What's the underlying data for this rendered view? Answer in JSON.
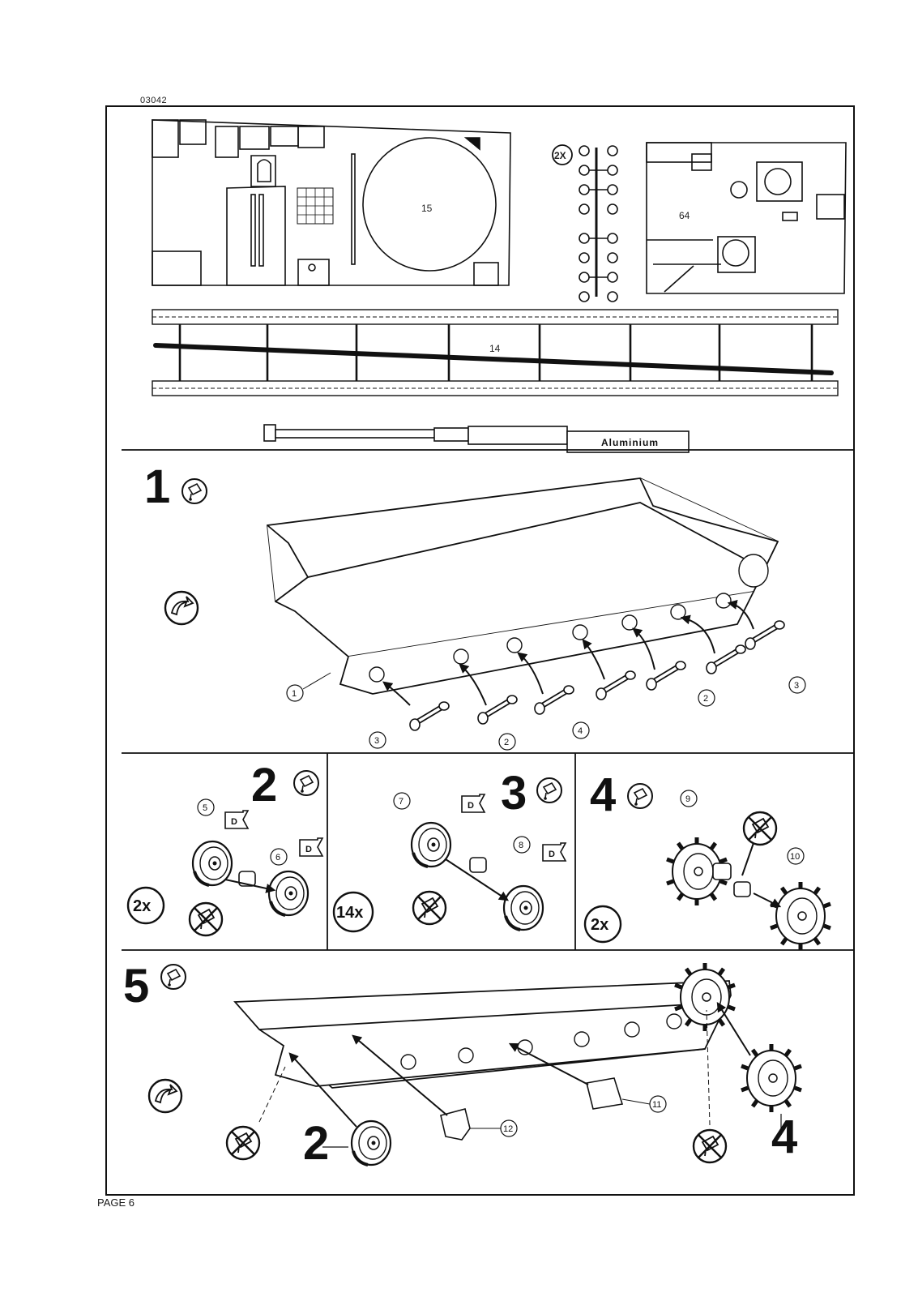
{
  "document": {
    "code": "03042",
    "footer": "PAGE 6"
  },
  "parts_sheet": {
    "hull_plate_number": "15",
    "deck_plate_number": "64",
    "track_number": "14",
    "pair_multiplier": "2X",
    "barrel_material": "Aluminium"
  },
  "steps": [
    {
      "number": "1",
      "callouts": [
        "1",
        "2",
        "2",
        "3",
        "3",
        "4"
      ]
    },
    {
      "number": "2",
      "multiplier": "2x",
      "callouts": [
        "5",
        "6"
      ],
      "decal_mark": "D"
    },
    {
      "number": "3",
      "multiplier": "14x",
      "callouts": [
        "7",
        "8"
      ],
      "decal_mark": "D"
    },
    {
      "number": "4",
      "multiplier": "2x",
      "callouts": [
        "9",
        "10"
      ]
    },
    {
      "number": "5",
      "callouts": [
        "11",
        "12"
      ],
      "subassembly_labels": [
        "2",
        "4"
      ]
    }
  ],
  "icons": [
    "glue-icon",
    "no-glue-icon",
    "rotate-icon",
    "decal-icon"
  ]
}
